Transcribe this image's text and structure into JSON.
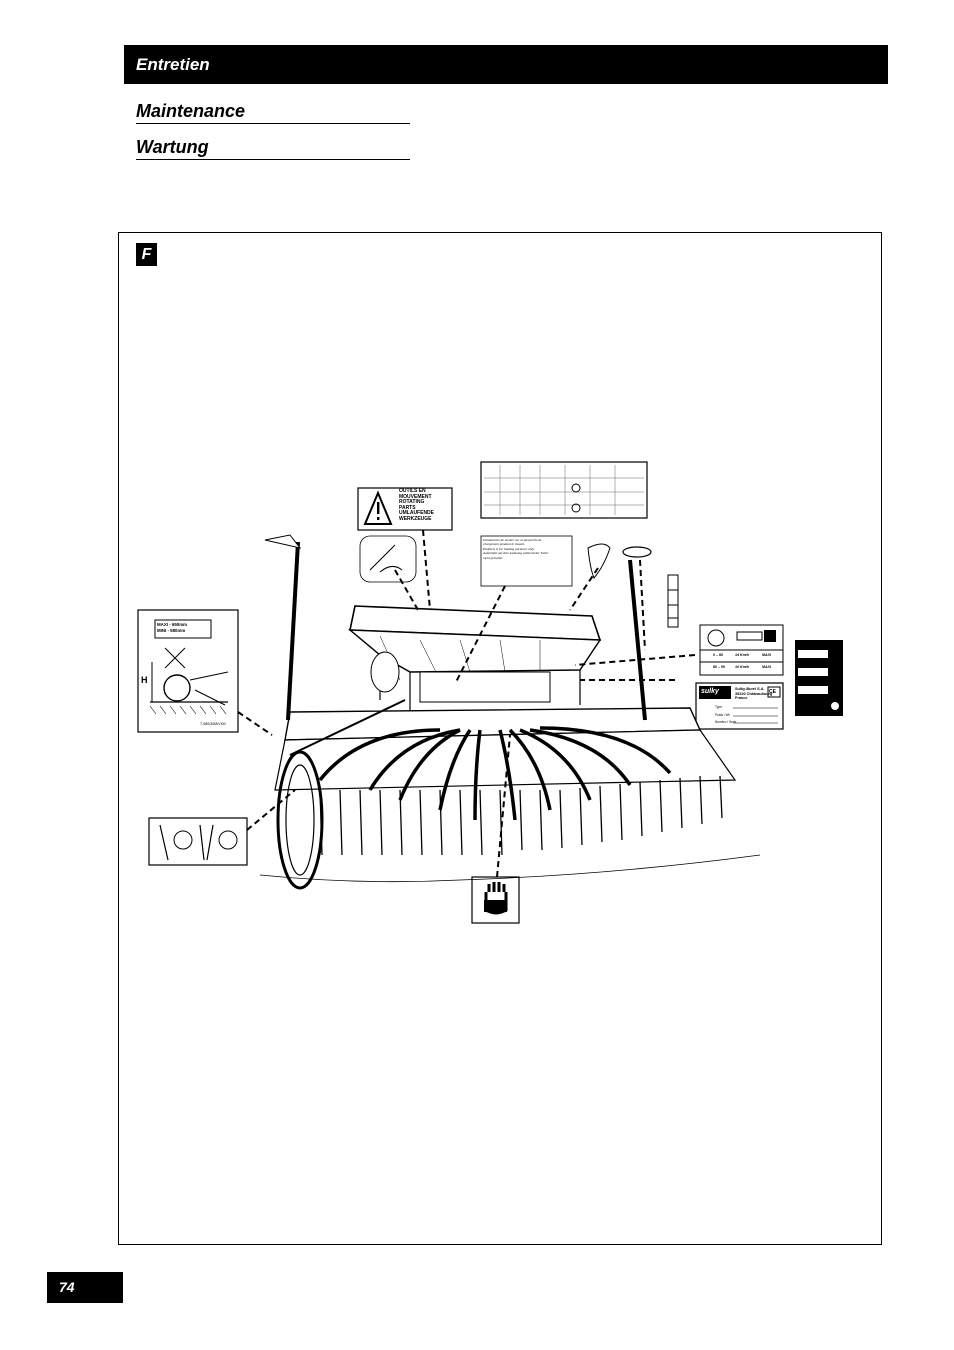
{
  "header": {
    "section_title": "Entretien",
    "subtitle_en": "Maintenance",
    "subtitle_de": "Wartung"
  },
  "figure": {
    "badge": "F",
    "warning_label": [
      "OUTILS EN",
      "MOUVEMENT",
      "ROTATING",
      "PARTS",
      "UMLAUFENDE",
      "WERKZEUGE"
    ],
    "platform_note": [
      "Introduction de monter sur la passerelle de",
      "chargement pendant le travail.",
      "Platform is for loading purposes only.",
      "Aufenthalt auf dem Ladesteg während der Fahrt",
      "nicht gestattet."
    ],
    "height_label": {
      "maxi": "MAXI - 650mm",
      "mini": "MINI - 580mm",
      "h": "H",
      "ref": "7-080/30M/VI00"
    },
    "speed_table": {
      "row1_range": "0 – 80",
      "row1_speed": "14 Km/h",
      "row1_max": "MAXI",
      "row2_range": "80 – 90",
      "row2_speed": "10 Km/h",
      "row2_max": "MAXI"
    },
    "maker_plate": {
      "brand": "sulky",
      "company": "Sulky-Burel S.A.",
      "address": "35220 Châteaubourg",
      "country": "France",
      "ce_mark": "CE",
      "fields": [
        "Type",
        "Poids / Wt",
        "Numéro / Serie"
      ]
    }
  },
  "footer": {
    "page_number": "74"
  }
}
